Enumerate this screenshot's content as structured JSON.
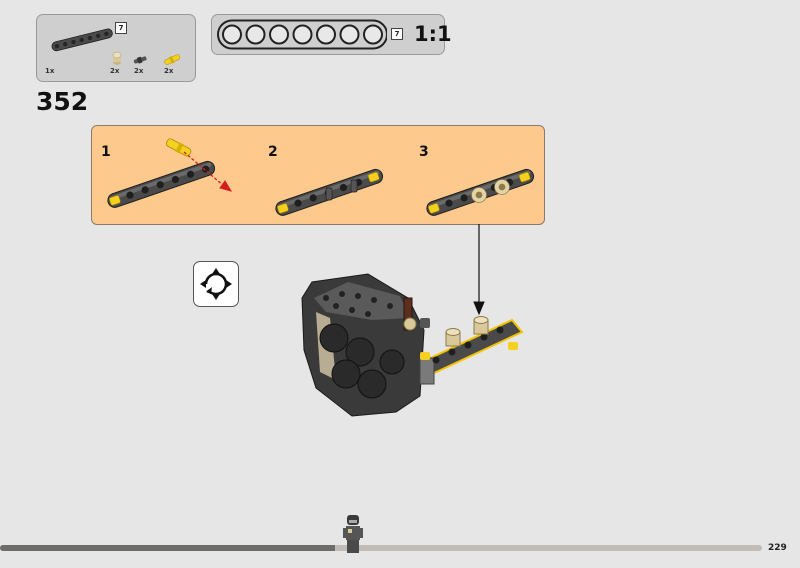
{
  "step_number": "352",
  "parts": {
    "beam_length_badge": "7",
    "items": [
      {
        "qty": "1x",
        "part": "technic-beam-7-dark-grey"
      },
      {
        "qty": "2x",
        "part": "tan-axle-pin-connector"
      },
      {
        "qty": "2x",
        "part": "dark-grey-axle-pin"
      },
      {
        "qty": "2x",
        "part": "yellow-friction-pin"
      }
    ]
  },
  "scale_guide": {
    "hole_count": 7,
    "length_badge": "7",
    "scale_label": "1:1"
  },
  "substeps": [
    {
      "label": "1"
    },
    {
      "label": "2"
    },
    {
      "label": "3"
    }
  ],
  "rotate_icon": "rotate-model-icon",
  "progress": {
    "fraction": 0.44
  },
  "page_number": "229",
  "colors": {
    "background": "#e6e6e6",
    "callout": "#fdc98d",
    "beam": "#4a4a4a",
    "pin_yellow": "#f5d020",
    "tan": "#d9c89a",
    "arrow_red": "#d21f1f",
    "highlight": "#f5c400"
  }
}
